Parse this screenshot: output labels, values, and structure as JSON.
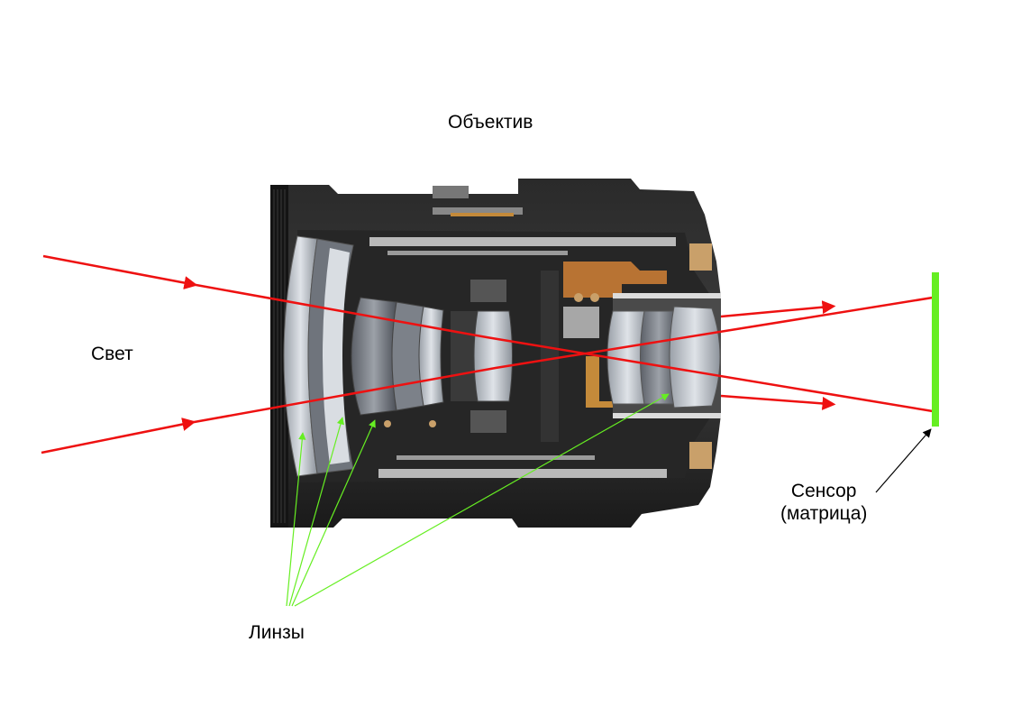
{
  "labels": {
    "title": "Объектив",
    "light": "Свет",
    "lenses": "Линзы",
    "sensor_line1": "Сенсор",
    "sensor_line2": "(матрица)"
  },
  "colors": {
    "ray": "#ee1111",
    "sensor": "#66ee22",
    "pointer_lens": "#66ee22",
    "pointer_sensor": "#000000",
    "housing": "#1d1d1d",
    "glass": "#c8ccd2",
    "metal": "#b9b9b9",
    "copper": "#b87333"
  },
  "icons": [
    "lens-cross-section",
    "sensor-bar",
    "light-ray",
    "pointer-arrow"
  ]
}
